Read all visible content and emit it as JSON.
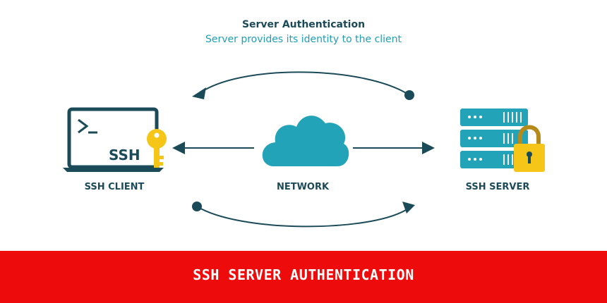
{
  "header": {
    "title": "Server Authentication",
    "subtitle": "Server provides its identity to the client"
  },
  "nodes": {
    "client": {
      "label": "SSH CLIENT",
      "screen_text": "SSH"
    },
    "network": {
      "label": "NETWORK"
    },
    "server": {
      "label": "SSH SERVER"
    }
  },
  "footer": {
    "banner": "SSH SERVER AUTHENTICATION"
  },
  "colors": {
    "dark_teal": "#1b4a59",
    "teal": "#1f9fb3",
    "cloud": "#22a3b8",
    "key_gold": "#f5c518",
    "lock_gold": "#f5c518",
    "banner_red": "#ee0b0b"
  },
  "icons": {
    "client": "laptop-terminal-icon",
    "key": "key-icon",
    "cloud": "cloud-icon",
    "server": "server-rack-icon",
    "lock": "padlock-icon"
  }
}
